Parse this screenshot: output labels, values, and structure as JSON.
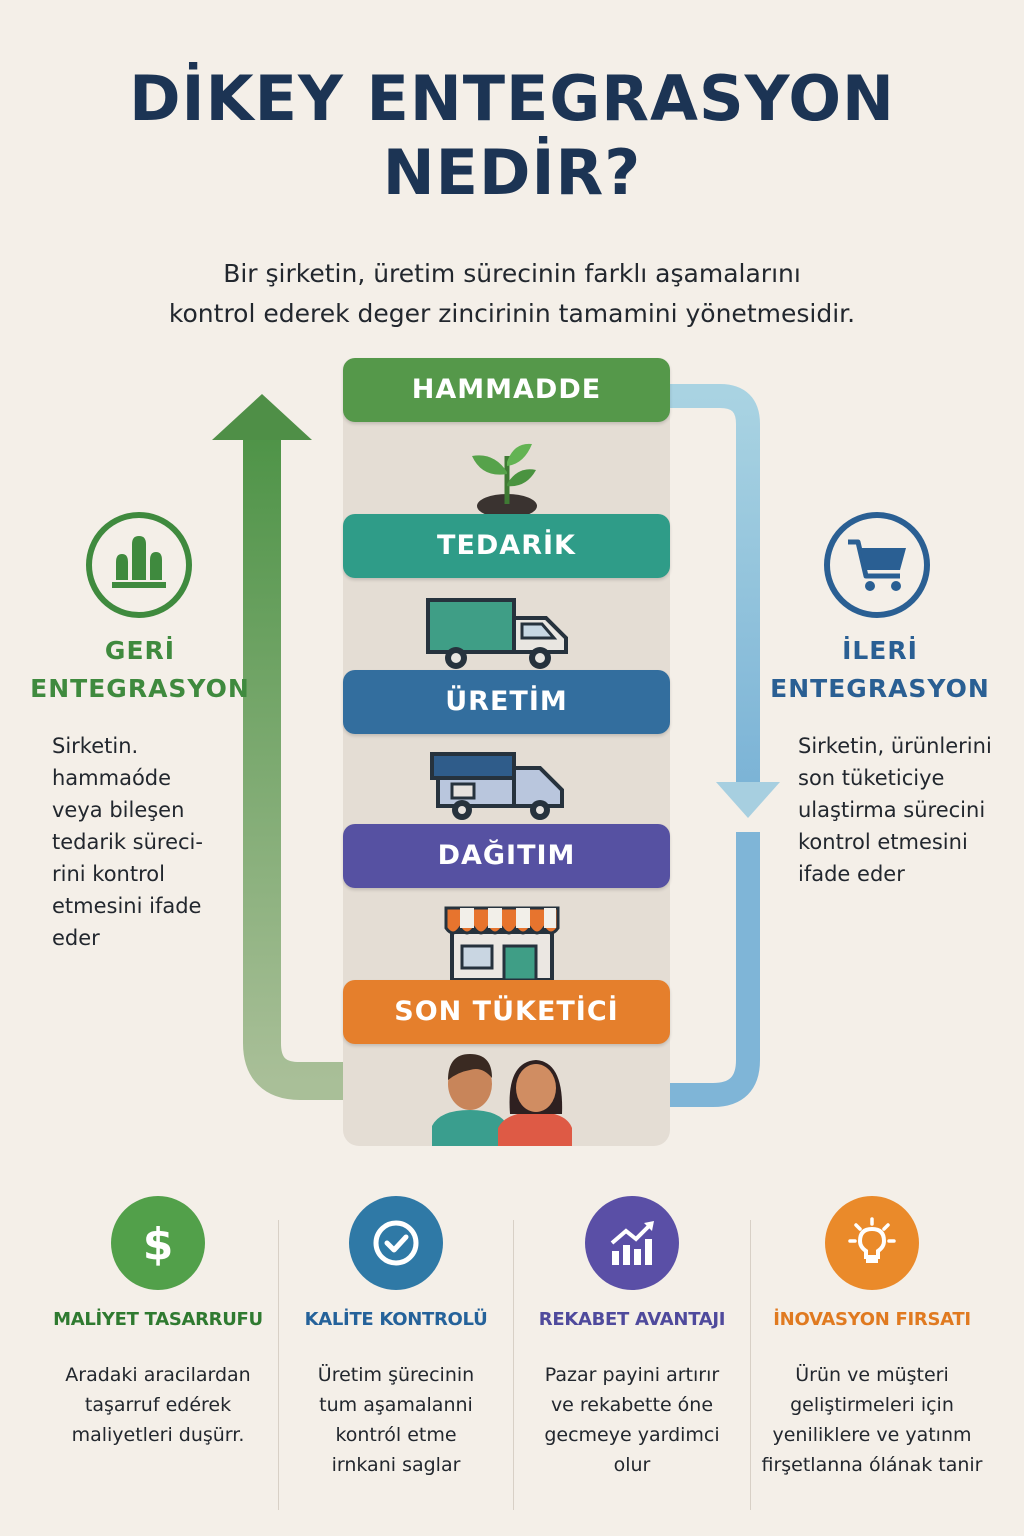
{
  "title": {
    "line1": "DİKEY ENTEGRASYON",
    "line2": "NEDİR?"
  },
  "subtitle": {
    "line1": "Bir şirketin, üretim sürecinin farklı aşamalarını",
    "line2": "kontrol ederek deger zincirinin tamamini yönetmesidir."
  },
  "stages": [
    {
      "label": "HAMMADDE",
      "color": "#55984a",
      "icon": "plant-icon"
    },
    {
      "label": "TEDARİK",
      "color": "#2f9c88",
      "icon": "truck-icon"
    },
    {
      "label": "ÜRETİM",
      "color": "#336e9e",
      "icon": "delivery-truck-icon"
    },
    {
      "label": "DAĞITIM",
      "color": "#5651a2",
      "icon": "store-icon"
    },
    {
      "label": "SON TÜKETİCİ",
      "color": "#e57f2c",
      "icon": "consumers-icon"
    }
  ],
  "backward": {
    "title_line1": "GERİ",
    "title_line2": "ENTEGRASYON",
    "color": "#3f8a3e",
    "icon": "factory-icon",
    "text_lines": [
      "Sirketin.",
      "hammaóde",
      "veya bileşen",
      "tedarik süreci-",
      "rini kontrol",
      "etmesini ifade",
      "eder"
    ]
  },
  "forward": {
    "title_line1": "İLERİ",
    "title_line2": "ENTEGRASYON",
    "color": "#2a5f93",
    "icon": "shopping-cart-icon",
    "text_lines": [
      "Sirketin, ürünlerini",
      "son tüketiciye",
      "ulaştirma sürecini",
      "kontrol etmesini",
      "ifade eder"
    ]
  },
  "benefits": [
    {
      "title": "MALİYET TASARRUFU",
      "color": "#52a04a",
      "title_color": "#2f7a30",
      "icon": "dollar-icon",
      "text_lines": [
        "Aradaki aracilardan",
        "taşarruf edérek",
        "maliyetleri duşürr."
      ]
    },
    {
      "title": "KALİTE KONTROLÜ",
      "color": "#2f79a6",
      "title_color": "#25629a",
      "icon": "check-icon",
      "text_lines": [
        "Üretim şürecinin",
        "tum aşamalanni",
        "kontról etme",
        "irnkani saglar"
      ]
    },
    {
      "title": "REKABET AVANTAJI",
      "color": "#5a4fa6",
      "title_color": "#4f4a9c",
      "icon": "growth-chart-icon",
      "text_lines": [
        "Pazar payini artırır",
        "ve rekabette óne",
        "gecmeye yardimci",
        "olur"
      ]
    },
    {
      "title": "İNOVASYON FIRSATI",
      "color": "#ea8a2a",
      "title_color": "#e07a20",
      "icon": "lightbulb-icon",
      "text_lines": [
        "Ürün ve müşteri",
        "geliştirmeleri için",
        "yeniliklere ve yatınm",
        "firşetlanna ólának tanir"
      ]
    }
  ]
}
